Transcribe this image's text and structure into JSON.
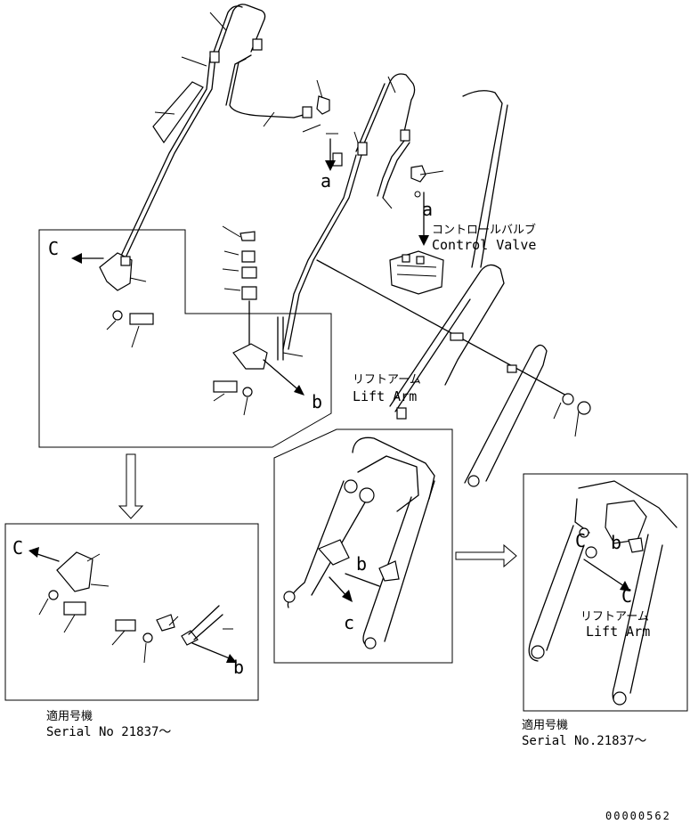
{
  "labels": {
    "ref_a_top": "a",
    "ref_a_valve": "a",
    "ref_b_main": "b",
    "ref_b_detail": "b",
    "ref_b_arm": "b",
    "ref_b_panel": "b",
    "ref_c_main": "C",
    "ref_c_detail": "C",
    "ref_c_arm": "c",
    "ref_c_panel": "C",
    "control_valve_jp": "コントロールバルブ",
    "control_valve_en": "Control Valve",
    "lift_arm_jp": "リフトアーム",
    "lift_arm_en": "Lift Arm",
    "lift_arm_panel_jp": "リフトアーム",
    "lift_arm_panel_en": "Lift Arm",
    "serial_left_jp": "適用号機",
    "serial_left_en": "Serial No 21837～",
    "serial_right_jp": "適用号機",
    "serial_right_en": "Serial No.21837～",
    "drawing_number": "00000562"
  }
}
